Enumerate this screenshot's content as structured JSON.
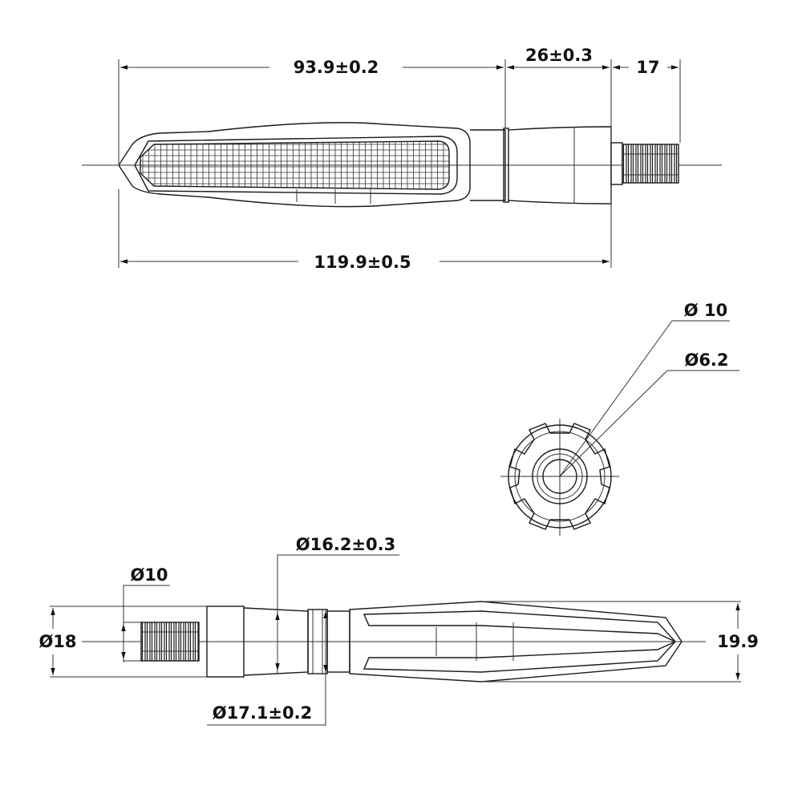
{
  "top_view": {
    "length_lamp": "93.9±0.2",
    "length_stem": "26±0.3",
    "length_thread": "17",
    "length_total": "119.9±0.5"
  },
  "end_view": {
    "outer_diameter": "Ø 10",
    "inner_diameter": "Ø6.2"
  },
  "side_view": {
    "stem_diameter": "Ø16.2±0.3",
    "thread_diameter": "Ø10",
    "base_diameter": "Ø18",
    "head_height": "19.9",
    "ring_diameter": "Ø17.1±0.2"
  }
}
